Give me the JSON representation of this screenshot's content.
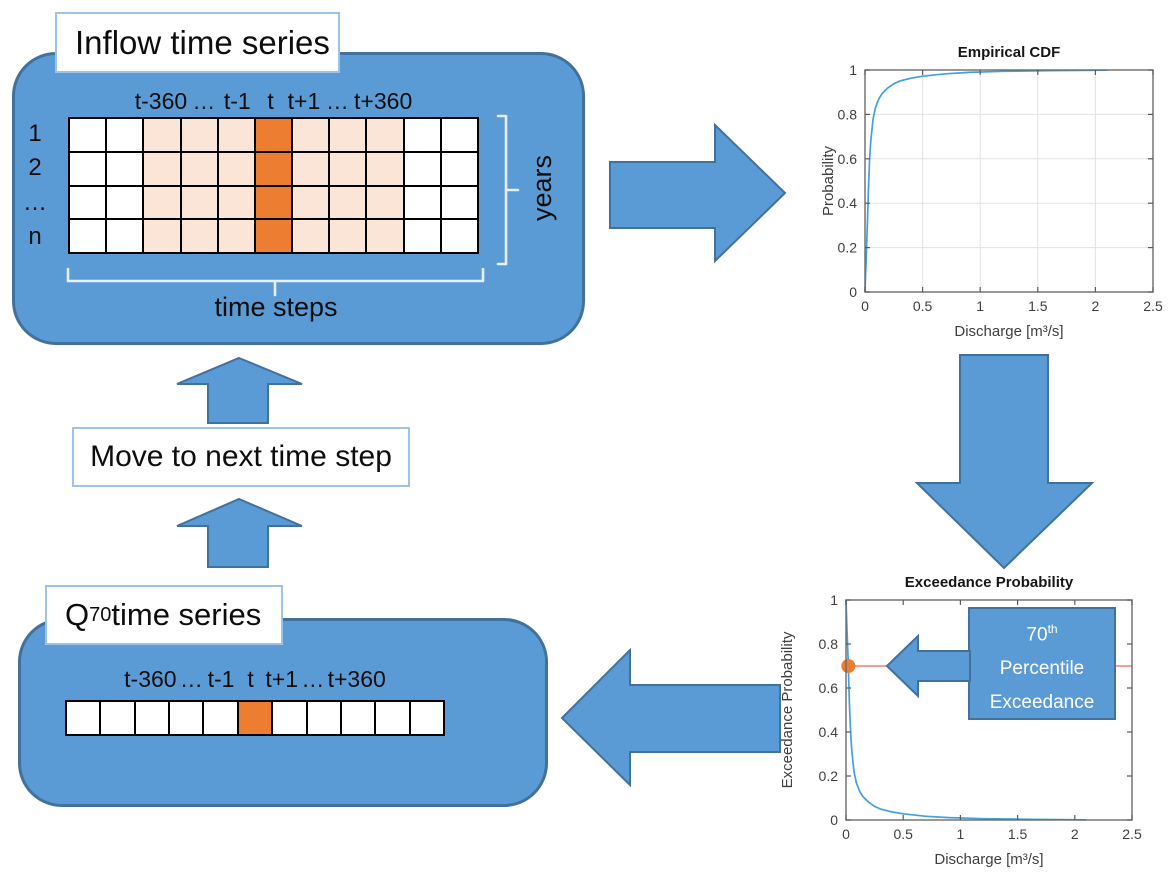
{
  "panels": {
    "inflow": {
      "title": "Inflow time series",
      "column_headers": [
        "",
        "",
        "t-360",
        "…",
        "t-1",
        "t",
        "t+1",
        "…",
        "t+360",
        "",
        ""
      ],
      "column_kinds": [
        "plain",
        "plain",
        "window",
        "window",
        "window",
        "current",
        "window",
        "window",
        "window",
        "plain",
        "plain"
      ],
      "rows": 4,
      "row_labels": [
        "1",
        "2",
        "…",
        "n"
      ],
      "years_brace_label": "years",
      "time_steps_brace_label": "time steps"
    },
    "q70": {
      "title_base": "Q",
      "title_sub": "70",
      "title_rest": " time series",
      "column_headers": [
        "",
        "",
        "t-360",
        "…",
        "t-1",
        "t",
        "t+1",
        "…",
        "t+360",
        "",
        ""
      ],
      "column_kinds": [
        "plain",
        "plain",
        "plain",
        "plain",
        "plain",
        "current",
        "plain",
        "plain",
        "plain",
        "plain",
        "plain"
      ],
      "rows": 1
    }
  },
  "loop": {
    "move_label": "Move to next time step"
  },
  "annotation": {
    "line1": "70",
    "line1_sup": "th",
    "line2": "Percentile",
    "line3": "Exceedance"
  },
  "colors": {
    "shape_blue": "#5B9BD5",
    "shape_border": "#41719C",
    "window_fill": "#FBE5D6",
    "current_fill": "#ED7D31",
    "curve_blue": "#42A0DC",
    "ref_line_red": "#F4908C",
    "marker_orange": "#ED7D31"
  },
  "chart_data": [
    {
      "type": "line",
      "title": "Empirical CDF",
      "xlabel": "Discharge [m³/s]",
      "ylabel": "Probability",
      "xlim": [
        0,
        2.5
      ],
      "ylim": [
        0,
        1
      ],
      "xticks": [
        0,
        0.5,
        1,
        1.5,
        2,
        2.5
      ],
      "xtick_labels": [
        "0",
        "0.5",
        "1",
        "1.5",
        "2",
        "2.5"
      ],
      "yticks": [
        0,
        0.2,
        0.4,
        0.6,
        0.8,
        1
      ],
      "ytick_labels": [
        "0",
        "0.2",
        "0.4",
        "0.6",
        "0.8",
        "1"
      ],
      "grid": true,
      "legend": null,
      "x": [
        0,
        0.005,
        0.01,
        0.015,
        0.02,
        0.03,
        0.04,
        0.05,
        0.07,
        0.09,
        0.12,
        0.15,
        0.2,
        0.25,
        0.3,
        0.4,
        0.5,
        0.7,
        0.9,
        1.2,
        1.6,
        2.1
      ],
      "y": [
        0,
        0.08,
        0.15,
        0.22,
        0.3,
        0.47,
        0.6,
        0.68,
        0.78,
        0.83,
        0.87,
        0.895,
        0.92,
        0.938,
        0.95,
        0.963,
        0.972,
        0.983,
        0.989,
        0.994,
        0.997,
        0.999
      ]
    },
    {
      "type": "line",
      "title": "Exceedance Probability",
      "xlabel": "Discharge [m³/s]",
      "ylabel": "Exceedance Probability",
      "xlim": [
        0,
        2.5
      ],
      "ylim": [
        0,
        1
      ],
      "xticks": [
        0,
        0.5,
        1,
        1.5,
        2,
        2.5
      ],
      "xtick_labels": [
        "0",
        "0.5",
        "1",
        "1.5",
        "2",
        "2.5"
      ],
      "yticks": [
        0,
        0.2,
        0.4,
        0.6,
        0.8,
        1
      ],
      "ytick_labels": [
        "0",
        "0.2",
        "0.4",
        "0.6",
        "0.8",
        "1"
      ],
      "grid": false,
      "ref_line": {
        "y": 0.7,
        "color": "#F4908C"
      },
      "marker": {
        "x": 0.02,
        "y": 0.7,
        "color": "#ED7D31",
        "r": 7
      },
      "x": [
        0,
        0.005,
        0.01,
        0.015,
        0.02,
        0.03,
        0.04,
        0.05,
        0.07,
        0.09,
        0.12,
        0.15,
        0.2,
        0.25,
        0.3,
        0.4,
        0.5,
        0.7,
        0.9,
        1.2,
        1.6,
        2.1
      ],
      "y": [
        1,
        0.92,
        0.85,
        0.78,
        0.7,
        0.53,
        0.4,
        0.32,
        0.22,
        0.17,
        0.13,
        0.105,
        0.08,
        0.062,
        0.05,
        0.037,
        0.028,
        0.017,
        0.011,
        0.006,
        0.003,
        0.001
      ]
    }
  ]
}
